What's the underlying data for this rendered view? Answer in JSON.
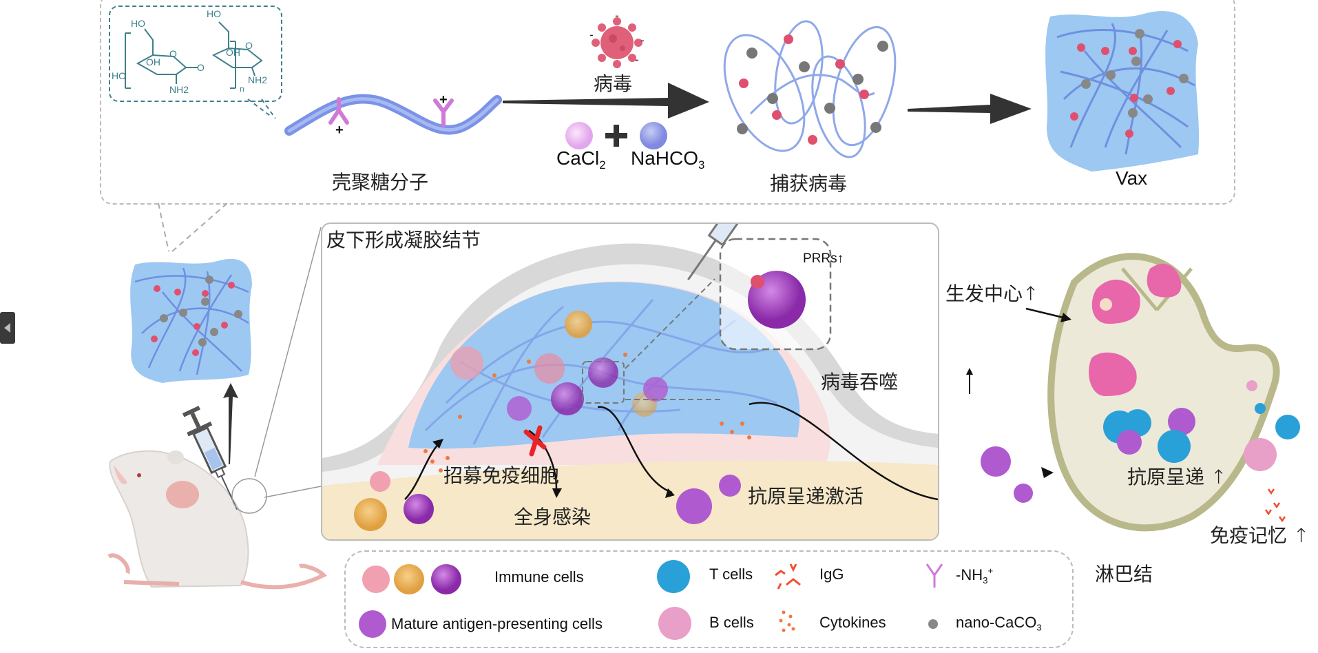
{
  "top_panel": {
    "formula": {
      "atoms": [
        "HO",
        "HO",
        "OH",
        "O",
        "O",
        "HO",
        "OH",
        "O",
        "NH2",
        "NH2",
        "n"
      ]
    },
    "chitosan_label": "壳聚糖分子",
    "virus_label": "病毒",
    "reagent_1": {
      "main": "CaCl",
      "sub": "2"
    },
    "plus": "+",
    "reagent_2": {
      "main": "NaHCO",
      "sub": "3"
    },
    "capture_label": "捕获病毒",
    "vax_label": "Vax",
    "charge_plus": "+",
    "charge_minus": "-"
  },
  "nodule_panel": {
    "title": "皮下形成凝胶结节",
    "prrs_label": "PRRs",
    "phagocytosis_label": "病毒吞噬",
    "recruit_label": "招募免疫细胞",
    "systemic_label": "全身感染",
    "activation_label": "抗原呈递激活"
  },
  "lymph_node": {
    "germinal_center_label": "生发中心",
    "antigen_presentation_label": "抗原呈递",
    "immune_memory_label": "免疫记忆",
    "lymph_node_label": "淋巴结"
  },
  "legend": {
    "items": [
      {
        "label": "Immune cells",
        "icon": "immune-cells-icon"
      },
      {
        "label": "T cells",
        "icon": "t-cell-icon"
      },
      {
        "label": "IgG",
        "icon": "igg-icon"
      },
      {
        "label": "-NH",
        "sub": "3",
        "sup": "+",
        "icon": "amine-icon"
      },
      {
        "label": "Mature antigen-presenting cells",
        "icon": "apc-icon"
      },
      {
        "label": "B cells",
        "icon": "b-cell-icon"
      },
      {
        "label": "Cytokines",
        "icon": "cytokines-icon"
      },
      {
        "label": "nano-CaCO",
        "sub": "3",
        "icon": "nano-caco3-icon"
      }
    ]
  },
  "colors": {
    "gel_blue": "#9cc8f2",
    "fiber_blue": "#6f8fe0",
    "virus_red": "#d9486a",
    "amine_magenta": "#d45bd0",
    "skin_gray": "#d6d6d6",
    "tissue_beige": "#f6e8c8",
    "tissue_pink": "#f8dede",
    "lymph_olive": "#b8b88a",
    "germinal_pink": "#e866aa",
    "t_cell_blue": "#2aa0d8",
    "b_cell_pink": "#e8a0c8",
    "apc_purple": "#9a3ab8",
    "cytokine_orange": "#f07840",
    "arrow_dark": "#333333",
    "formula_teal": "#3f7f8c"
  }
}
